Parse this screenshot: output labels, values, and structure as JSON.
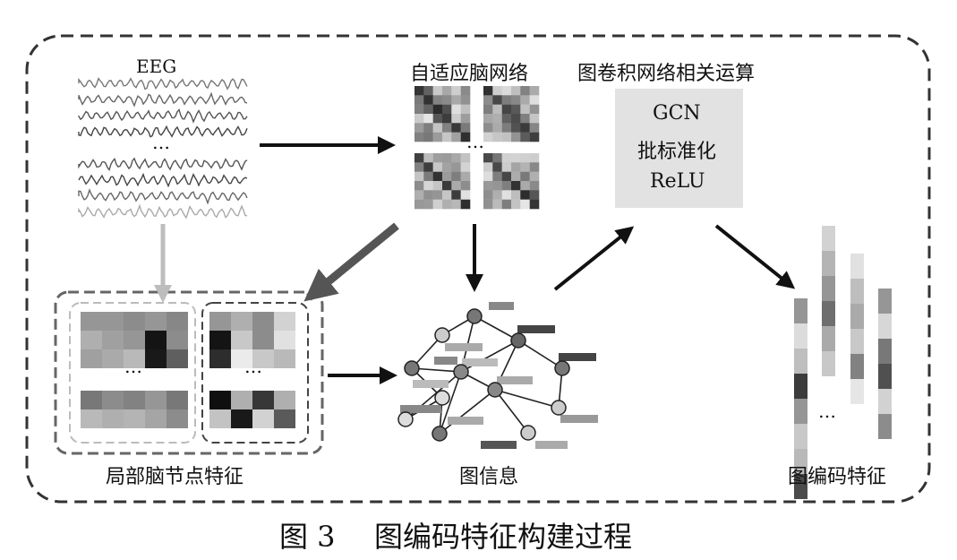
{
  "labels": {
    "eeg": "EEG",
    "ellipsis": "…",
    "adaptive_network": "自适应脑网络",
    "gcn_ops_title": "图卷积网络相关运算",
    "local_features": "局部脑节点特征",
    "graph_info": "图信息",
    "graph_encoding_features": "图编码特征"
  },
  "gcn_box": {
    "items": [
      "GCN",
      "批标准化",
      "ReLU"
    ]
  },
  "caption": {
    "figure_number": "图 3",
    "title": "图编码特征构建过程"
  }
}
